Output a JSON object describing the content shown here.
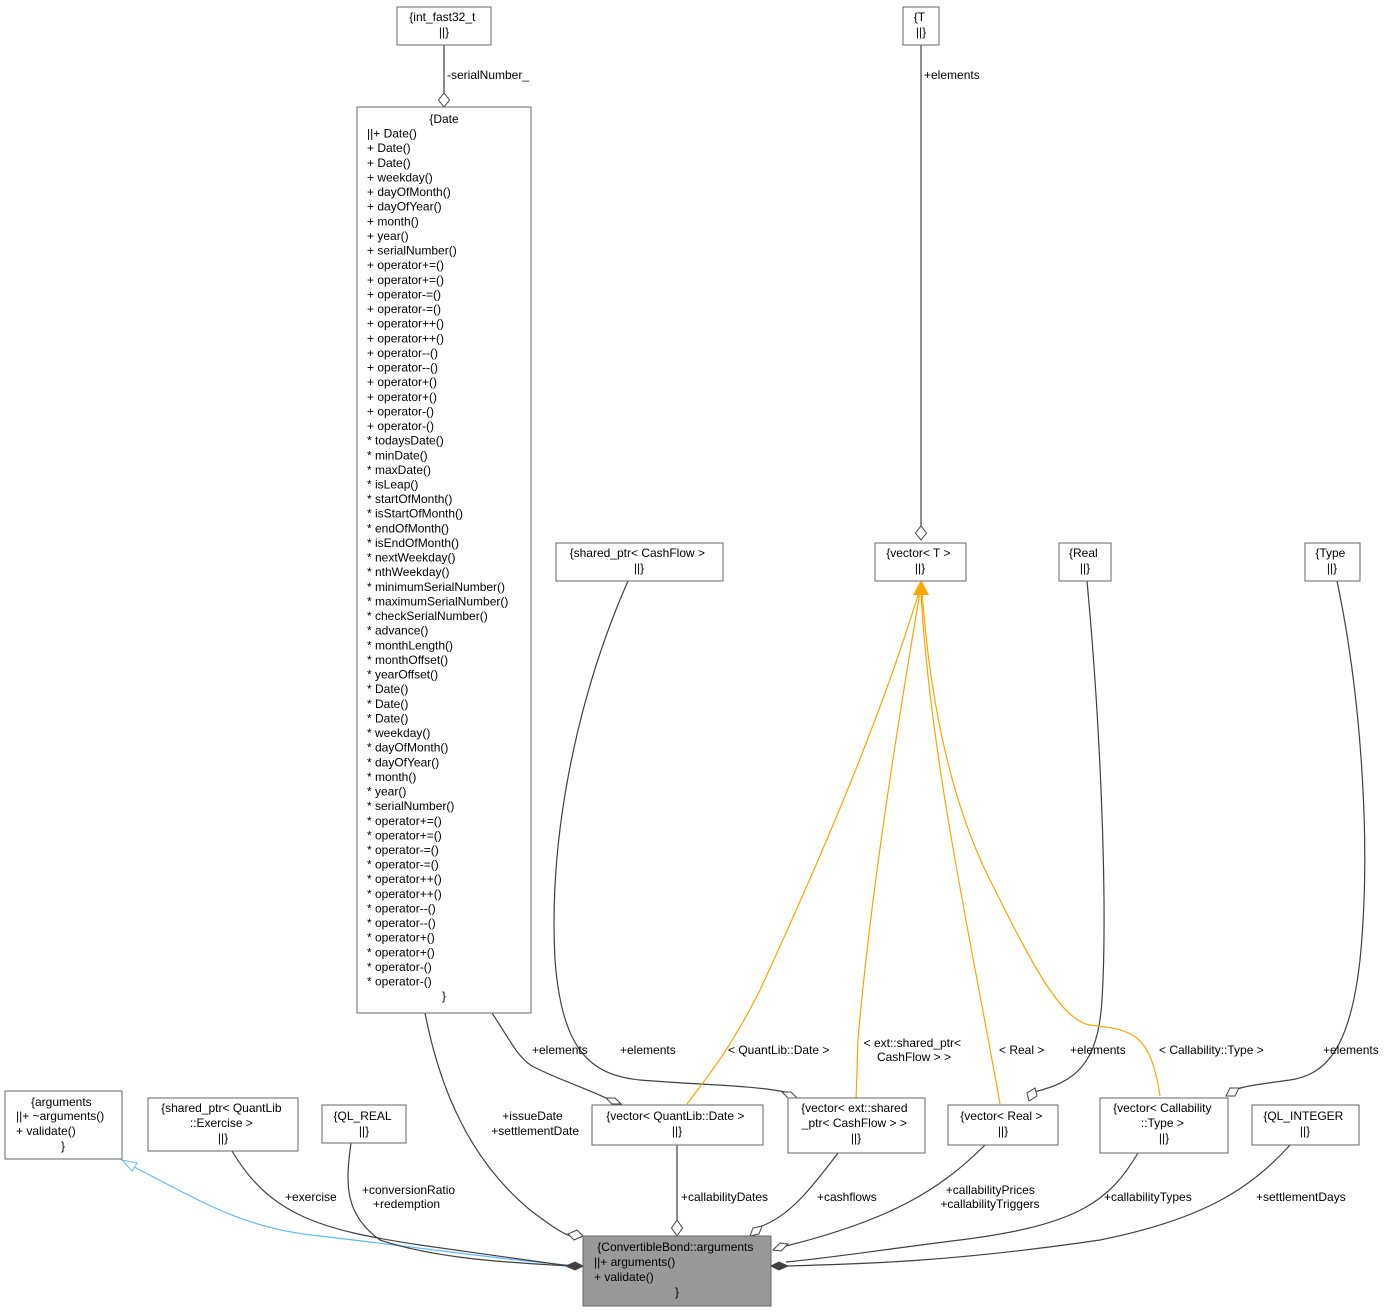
{
  "nodes": {
    "int_fast32": [
      "{int_fast32_t",
      "||}"
    ],
    "T": [
      "{T",
      "||}"
    ],
    "date": [
      "{Date",
      "||+ Date()",
      "+ Date()",
      "+ Date()",
      "+ weekday()",
      "+ dayOfMonth()",
      "+ dayOfYear()",
      "+ month()",
      "+ year()",
      "+ serialNumber()",
      "+ operator+=()",
      "+ operator+=()",
      "+ operator-=()",
      "+ operator-=()",
      "+ operator++()",
      "+ operator++()",
      "+ operator--()",
      "+ operator--()",
      "+ operator+()",
      "+ operator+()",
      "+ operator-()",
      "+ operator-()",
      "* todaysDate()",
      "* minDate()",
      "* maxDate()",
      "* isLeap()",
      "* startOfMonth()",
      "* isStartOfMonth()",
      "* endOfMonth()",
      "* isEndOfMonth()",
      "* nextWeekday()",
      "* nthWeekday()",
      "* minimumSerialNumber()",
      "* maximumSerialNumber()",
      "* checkSerialNumber()",
      "* advance()",
      "* monthLength()",
      "* monthOffset()",
      "* yearOffset()",
      "* Date()",
      "* Date()",
      "* Date()",
      "* weekday()",
      "* dayOfMonth()",
      "* dayOfYear()",
      "* month()",
      "* year()",
      "* serialNumber()",
      "* operator+=()",
      "* operator+=()",
      "* operator-=()",
      "* operator-=()",
      "* operator++()",
      "* operator++()",
      "* operator--()",
      "* operator--()",
      "* operator+()",
      "* operator+()",
      "* operator-()",
      "* operator-()",
      "}"
    ],
    "shared_cashflow": [
      "{shared_ptr< CashFlow >",
      "||}"
    ],
    "vector_T": [
      "{vector< T >",
      "||}"
    ],
    "real": [
      "{Real",
      "||}"
    ],
    "type": [
      "{Type",
      "||}"
    ],
    "arguments_base": [
      "{arguments",
      "||+ ~arguments()",
      "+ validate()",
      "}"
    ],
    "shared_exercise": [
      "{shared_ptr< QuantLib",
      "::Exercise >",
      "||}"
    ],
    "ql_real": [
      "{QL_REAL",
      "||}"
    ],
    "vector_date": [
      "{vector< QuantLib::Date >",
      "||}"
    ],
    "vector_cashflow": [
      "{vector< ext::shared",
      "_ptr< CashFlow > >",
      "||}"
    ],
    "vector_real": [
      "{vector< Real >",
      "||}"
    ],
    "vector_callability": [
      "{vector< Callability",
      "::Type >",
      "||}"
    ],
    "ql_integer": [
      "{QL_INTEGER",
      "||}"
    ],
    "main": [
      "{ConvertibleBond::arguments",
      "||+ arguments()",
      "+ validate()",
      "}"
    ]
  },
  "edge_labels": {
    "serial_number": [
      "-serialNumber_"
    ],
    "t_elements": [
      "+elements"
    ],
    "date_elements": [
      "+elements"
    ],
    "cashflow_elements": [
      "+elements"
    ],
    "real_elements": [
      "+elements"
    ],
    "type_elements": [
      "+elements"
    ],
    "tmpl_date": [
      "< QuantLib::Date >"
    ],
    "tmpl_cashflow": [
      "< ext::shared_ptr<",
      "CashFlow > >"
    ],
    "tmpl_real": [
      "< Real >"
    ],
    "tmpl_callability": [
      "< Callability::Type >"
    ],
    "issue_settlement": [
      "+issueDate",
      "+settlementDate"
    ],
    "exercise": [
      "+exercise"
    ],
    "conversion": [
      "+conversionRatio",
      "+redemption"
    ],
    "callability_dates": [
      "+callabilityDates"
    ],
    "cashflows": [
      "+cashflows"
    ],
    "callability_prices": [
      "+callabilityPrices",
      "+callabilityTriggers"
    ],
    "callability_types": [
      "+callabilityTypes"
    ],
    "settlement_days": [
      "+settlementDays"
    ]
  },
  "colors": {
    "main_fill": "#999999",
    "border": "#666666",
    "edge": "#404040",
    "template_edge": "#ffa500",
    "inheritance_edge": "#63b8ff"
  }
}
